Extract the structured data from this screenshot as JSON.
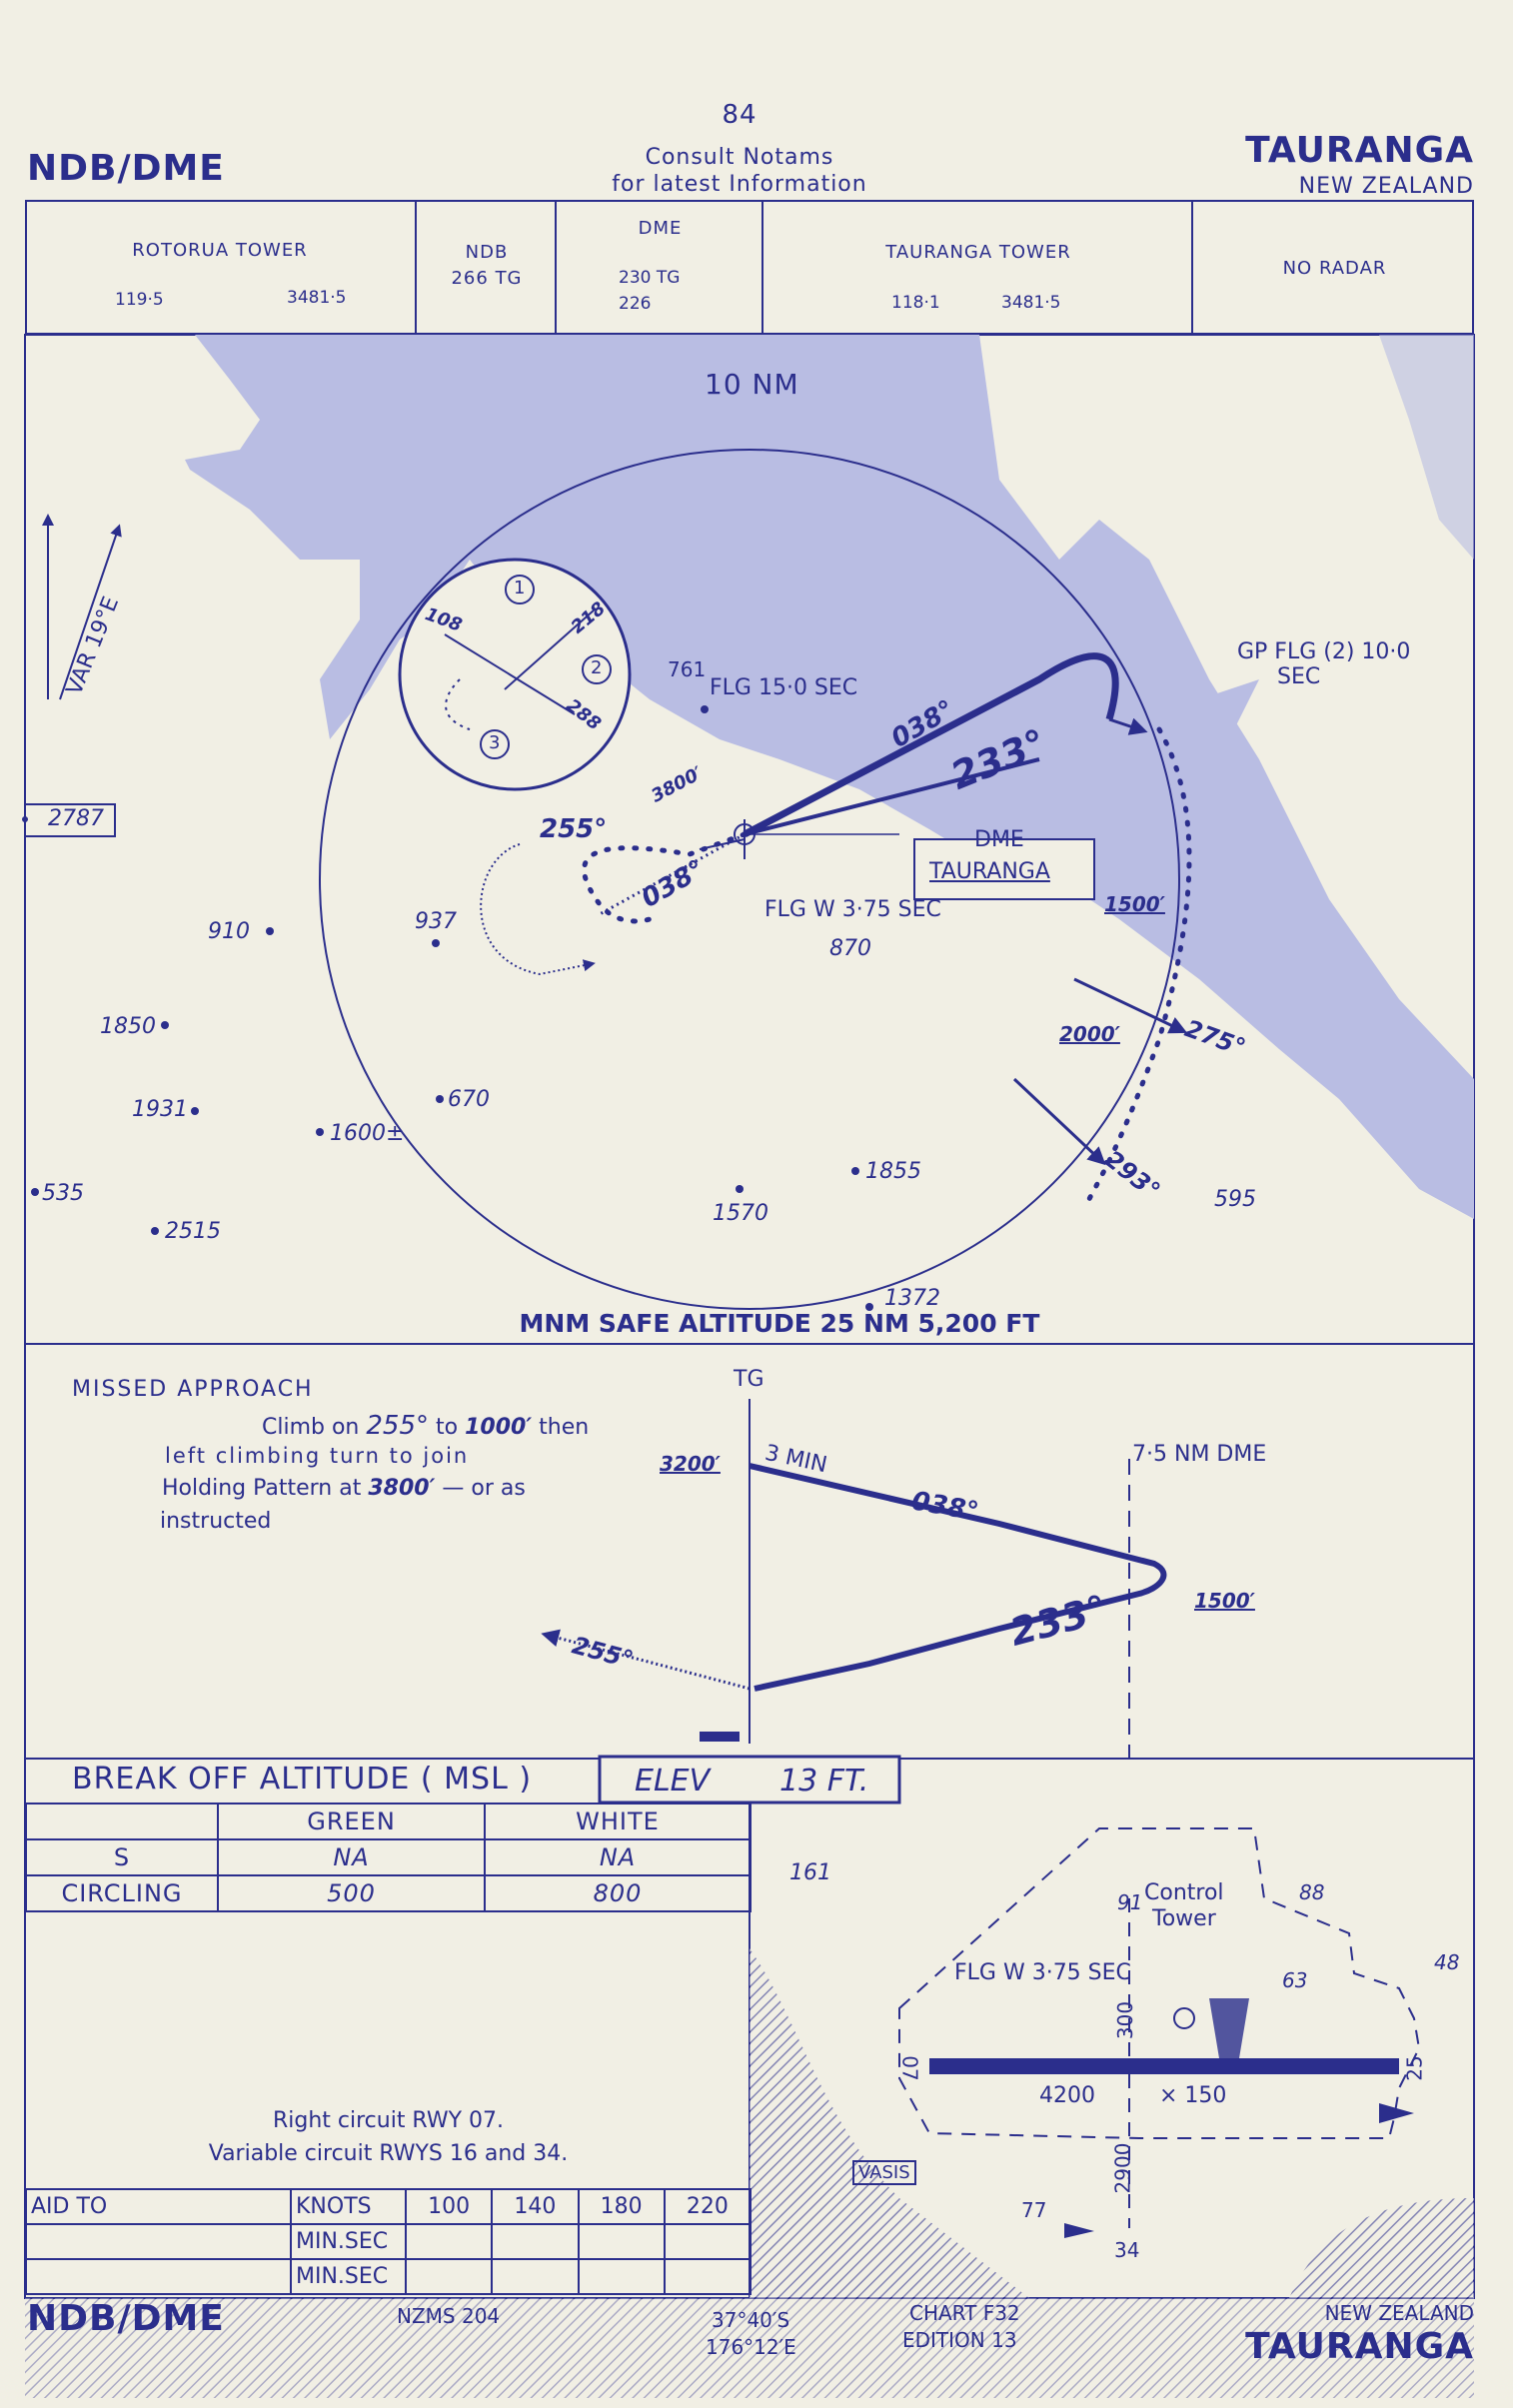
{
  "header": {
    "page_number": "84",
    "notice_line1": "Consult Notams",
    "notice_line2": "for latest Information",
    "procedure": "NDB/DME",
    "airport": "TAURANGA",
    "country": "NEW ZEALAND"
  },
  "comms": {
    "rotorua_tower": {
      "name": "ROTORUA TOWER",
      "freq1": "119·5",
      "freq2": "3481·5"
    },
    "ndb": {
      "name": "NDB",
      "value": "266 TG"
    },
    "dme": {
      "name": "DME",
      "value1": "230 TG",
      "value2": "226"
    },
    "tauranga_tower": {
      "name": "TAURANGA TOWER",
      "freq1": "118·1",
      "freq2": "3481·5"
    },
    "radar": {
      "name": "NO RADAR"
    }
  },
  "plan_view": {
    "range_ring": "10 NM",
    "variation": "VAR 19°E",
    "box_elevation": "2787",
    "holding": {
      "inbound": "218",
      "outbound": "288",
      "leg": "108",
      "entries": [
        "1",
        "2",
        "3"
      ]
    },
    "beacon_obstacle": "761",
    "flg_15": "FLG 15·0 SEC",
    "gp_flg": "GP FLG (2) 10·0",
    "gp_sec": "SEC",
    "dme_label": "DME",
    "dme_station": "TAURANGA",
    "flg_w": "FLG W 3·75 SEC",
    "altitudes": {
      "a3800": "3800′",
      "a1500": "1500′",
      "a2000": "2000′"
    },
    "courses": {
      "c038_upper": "038°",
      "c233": "233°",
      "c255": "255°",
      "c038_lower": "038°",
      "c275": "275°",
      "c293": "293°"
    },
    "spot_heights": [
      "910",
      "937",
      "870",
      "1850",
      "1931",
      "670",
      "1600±",
      "535",
      "2515",
      "1570",
      "1855",
      "595",
      "1372"
    ],
    "msa": "MNM SAFE ALTITUDE 25 NM 5,200 FT"
  },
  "profile": {
    "ma_title": "MISSED APPROACH",
    "ma_line1_a": "Climb on ",
    "ma_line1_b": "255°",
    "ma_line1_c": " to ",
    "ma_line1_d": "1000′",
    "ma_line1_e": " then",
    "ma_line2": "left climbing turn to join",
    "ma_line3_a": "Holding Pattern at ",
    "ma_line3_b": "3800′",
    "ma_line3_c": " — or as",
    "ma_line4": "instructed",
    "tg": "TG",
    "alt_3200": "3200′",
    "three_min": "3 MIN",
    "c038": "038°",
    "c233": "233°",
    "alt_1500": "1500′",
    "dme_75": "7·5 NM DME",
    "c255": "255°"
  },
  "break_off": {
    "title": "BREAK OFF ALTITUDE ( MSL )",
    "elev_label": "ELEV",
    "elev_value": "13 FT.",
    "col_green": "GREEN",
    "col_white": "WHITE",
    "rows": [
      {
        "label": "S",
        "green": "NA",
        "white": "NA"
      },
      {
        "label": "CIRCLING",
        "green": "500",
        "white": "800"
      }
    ]
  },
  "circuit": {
    "line1": "Right circuit RWY 07.",
    "line2": "Variable circuit RWYS 16 and 34."
  },
  "aid_table": {
    "aid_to": "AID TO",
    "knots": "KNOTS",
    "speeds": [
      "100",
      "140",
      "180",
      "220"
    ],
    "min_sec": "MIN.SEC"
  },
  "aerodrome": {
    "h161": "161",
    "h91": "91",
    "control_tower_1": "Control",
    "control_tower_2": "Tower",
    "h88": "88",
    "h63": "63",
    "h48": "48",
    "flg_w": "FLG W 3·75 SEC",
    "rwy07": "07",
    "rwy25": "25",
    "dim_300": "300",
    "dim_4200": "4200",
    "dim_150": "× 150",
    "dim_2900": "2900",
    "vasis": "VASIS",
    "h77": "77",
    "rwy34": "34"
  },
  "footer": {
    "procedure": "NDB/DME",
    "map_ref": "NZMS 204",
    "lat": "37°40′S",
    "lon": "176°12′E",
    "chart": "CHART F32",
    "edition": "EDITION 13",
    "country": "NEW ZEALAND",
    "airport": "TAURANGA"
  },
  "colors": {
    "ink": "#2b2e8c",
    "paper": "#f1efe4",
    "land": "#b9bde3"
  }
}
